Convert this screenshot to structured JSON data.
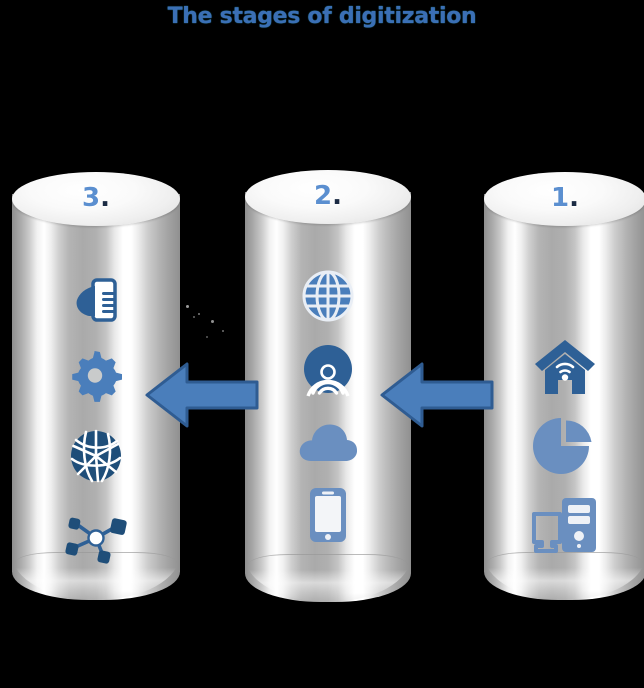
{
  "title": "The stages of digitization",
  "colors": {
    "title_blue": "#3B6FB5",
    "number_blue": "#5B8FD0",
    "arrow_fill": "#4A7EBB",
    "arrow_stroke": "#2F5C92",
    "icon_dark_blue": "#2E6096",
    "icon_mid_blue": "#4A7EBB",
    "icon_light_blue": "#6A8FC0",
    "icon_navy": "#1F4E79",
    "background": "#000000",
    "cylinder_top": "#efefef"
  },
  "cylinders": [
    {
      "id": "cylinder-3",
      "number": "3",
      "dot": ".",
      "icons": [
        {
          "name": "hand-holding-phone-icon",
          "label": "hand holding smartphone"
        },
        {
          "name": "gear-icon",
          "label": "gear"
        },
        {
          "name": "globe-network-sphere-icon",
          "label": "network globe"
        },
        {
          "name": "network-nodes-icon",
          "label": "connected nodes"
        }
      ]
    },
    {
      "id": "cylinder-2",
      "number": "2",
      "dot": ".",
      "icons": [
        {
          "name": "globe-icon",
          "label": "globe"
        },
        {
          "name": "wireless-signal-icon",
          "label": "wireless signal"
        },
        {
          "name": "cloud-icon",
          "label": "cloud"
        },
        {
          "name": "smartphone-icon",
          "label": "smartphone"
        }
      ]
    },
    {
      "id": "cylinder-1",
      "number": "1",
      "dot": ".",
      "icons": [
        {
          "name": "smart-home-icon",
          "label": "house with wifi"
        },
        {
          "name": "pie-chart-icon",
          "label": "pie chart"
        },
        {
          "name": "desktop-computer-icon",
          "label": "monitor and tower"
        }
      ]
    }
  ],
  "arrows": [
    {
      "name": "arrow-stage-2-to-3",
      "direction": "left"
    },
    {
      "name": "arrow-stage-1-to-2",
      "direction": "left"
    }
  ]
}
